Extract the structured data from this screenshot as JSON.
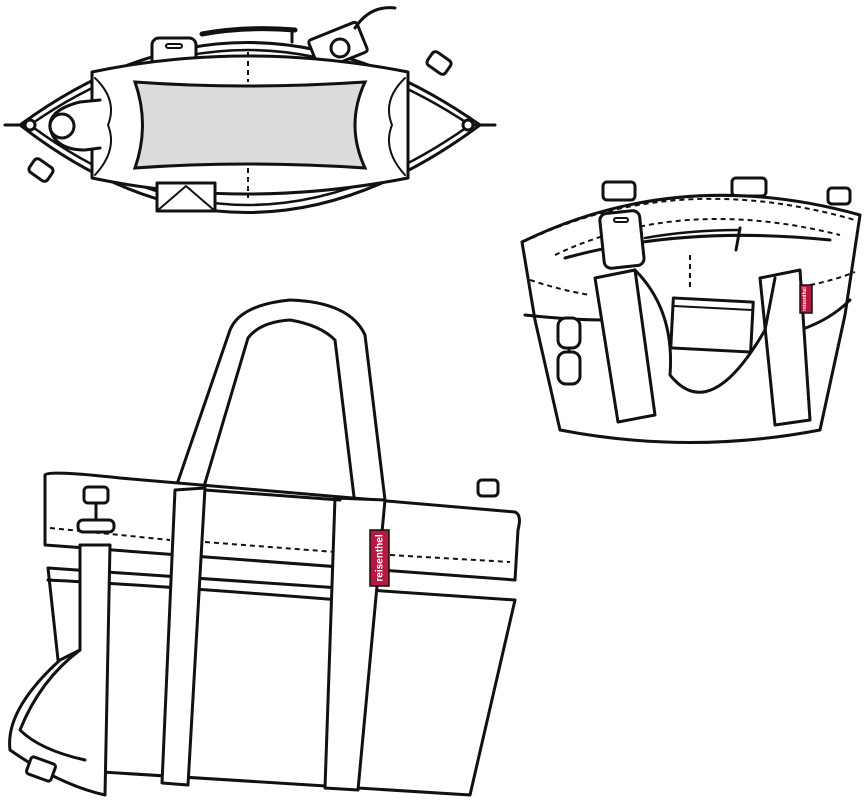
{
  "illustration": {
    "subject": "tote bag product line drawing",
    "views": [
      {
        "name": "top-view-open",
        "description": "bag opened viewed from above with bottle, phone, camera, zipper pocket"
      },
      {
        "name": "three-quarter-view-open",
        "description": "bag with phone, notebook and sunglasses in pockets"
      },
      {
        "name": "front-view-closed",
        "description": "bag with handles and detachable shoulder strap"
      }
    ],
    "brand_label_text": "reisenthel",
    "colors": {
      "line": "#111111",
      "fill": "#ffffff",
      "base_panel": "#dcdcde",
      "label": "#b5193f",
      "label_text": "#ffffff"
    }
  }
}
